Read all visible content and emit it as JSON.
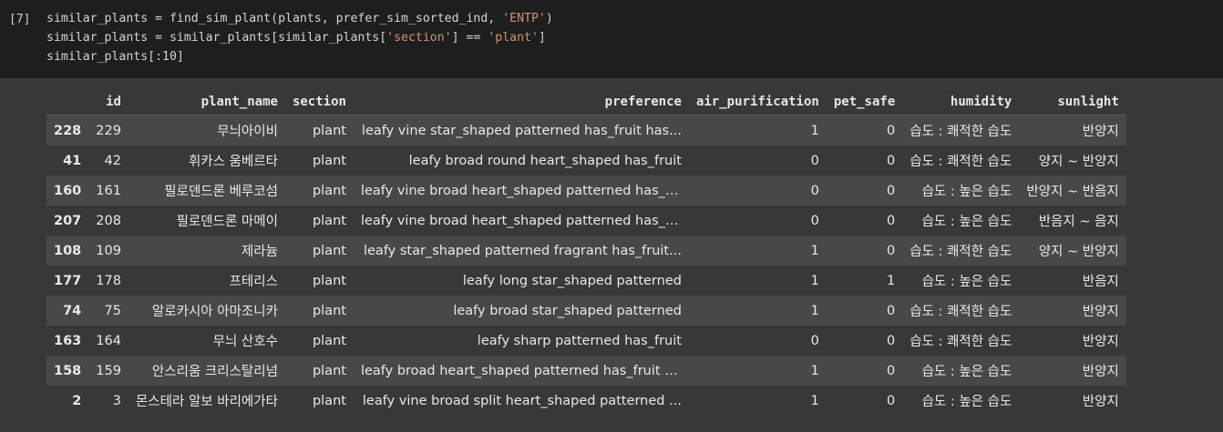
{
  "cell": {
    "execution_count": "[7]",
    "code_lines": [
      [
        {
          "t": "similar_plants = find_sim_plant(plants, prefer_sim_sorted_ind, ",
          "c": "op"
        },
        {
          "t": "'ENTP'",
          "c": "str"
        },
        {
          "t": ")",
          "c": "op"
        }
      ],
      [
        {
          "t": "similar_plants = similar_plants[similar_plants[",
          "c": "op"
        },
        {
          "t": "'section'",
          "c": "str"
        },
        {
          "t": "] == ",
          "c": "op"
        },
        {
          "t": "'plant'",
          "c": "str"
        },
        {
          "t": "]",
          "c": "op"
        }
      ],
      [
        {
          "t": "similar_plants[:10]",
          "c": "op"
        }
      ]
    ]
  },
  "table": {
    "columns": [
      "",
      "id",
      "plant_name",
      "section",
      "preference",
      "air_purification",
      "pet_safe",
      "humidity",
      "sunlight"
    ],
    "rows": [
      [
        "228",
        "229",
        "무늬아이비",
        "plant",
        "leafy vine star_shaped patterned has_fruit has...",
        "1",
        "0",
        "습도 : 쾌적한 습도",
        "반양지"
      ],
      [
        "41",
        "42",
        "휘카스 움베르타",
        "plant",
        "leafy broad round heart_shaped has_fruit",
        "0",
        "0",
        "습도 : 쾌적한 습도",
        "양지 ~ 반양지"
      ],
      [
        "160",
        "161",
        "필로덴드론 베루코섬",
        "plant",
        "leafy vine broad heart_shaped patterned has_fruit",
        "0",
        "0",
        "습도 : 높은 습도",
        "반양지 ~ 반음지"
      ],
      [
        "207",
        "208",
        "필로덴드론 마메이",
        "plant",
        "leafy vine broad heart_shaped patterned has_fruit",
        "0",
        "0",
        "습도 : 높은 습도",
        "반음지 ~ 음지"
      ],
      [
        "108",
        "109",
        "제라늄",
        "plant",
        "leafy star_shaped patterned fragrant has_fruit...",
        "1",
        "0",
        "습도 : 쾌적한 습도",
        "양지 ~ 반양지"
      ],
      [
        "177",
        "178",
        "프테리스",
        "plant",
        "leafy long star_shaped patterned",
        "1",
        "1",
        "습도 : 높은 습도",
        "반음지"
      ],
      [
        "74",
        "75",
        "알로카시아 아마조니카",
        "plant",
        "leafy broad star_shaped patterned",
        "1",
        "0",
        "습도 : 쾌적한 습도",
        "반양지"
      ],
      [
        "163",
        "164",
        "무늬 산호수",
        "plant",
        "leafy sharp patterned has_fruit",
        "0",
        "0",
        "습도 : 쾌적한 습도",
        "반양지"
      ],
      [
        "158",
        "159",
        "안스리움 크리스탈리넘",
        "plant",
        "leafy broad heart_shaped patterned has_fruit w...",
        "1",
        "0",
        "습도 : 높은 습도",
        "반양지"
      ],
      [
        "2",
        "3",
        "몬스테라 알보 바리에가타",
        "plant",
        "leafy vine broad split heart_shaped patterned ...",
        "1",
        "0",
        "습도 : 높은 습도",
        "반양지"
      ]
    ]
  },
  "colors": {
    "code_background": "#1e1e1e",
    "output_background": "#383838",
    "row_stripe": "#484848",
    "string_literal": "#ce9178"
  }
}
